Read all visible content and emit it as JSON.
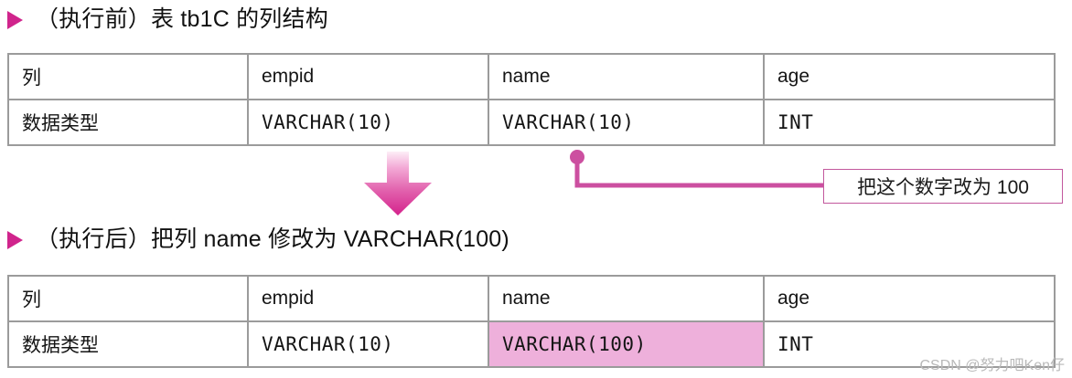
{
  "sections": [
    {
      "bullet_icon": "triangle-right-icon",
      "heading": "（执行前）表 tb1C 的列结构",
      "table": {
        "rows": [
          {
            "label": "列",
            "empid": "empid",
            "name": "name",
            "age": "age"
          },
          {
            "label": "数据类型",
            "empid": "VARCHAR(10)",
            "name": "VARCHAR(10)",
            "age": "INT"
          }
        ]
      }
    },
    {
      "bullet_icon": "triangle-right-icon",
      "heading": "（执行后）把列 name 修改为 VARCHAR(100)",
      "table": {
        "rows": [
          {
            "label": "列",
            "empid": "empid",
            "name": "name",
            "age": "age"
          },
          {
            "label": "数据类型",
            "empid": "VARCHAR(10)",
            "name": "VARCHAR(100)",
            "age": "INT"
          }
        ]
      }
    }
  ],
  "annotation": {
    "text": "把这个数字改为 100",
    "border_color": "#c2589d",
    "leader_color": "#cc4fa0",
    "anchor_dot_icon": "anchor-dot-icon"
  },
  "arrow": {
    "icon": "arrow-down-icon",
    "gradient_from": "#fdf2f8",
    "gradient_to": "#d4228c"
  },
  "highlight": {
    "color": "#eeb0db"
  },
  "accent": {
    "magenta": "#d0248c"
  },
  "watermark": {
    "text": "CSDN @努力吧Ken仔"
  }
}
